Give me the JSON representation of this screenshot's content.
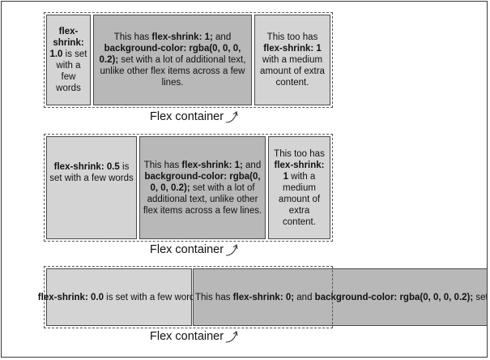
{
  "container_caption": "Flex container",
  "rows": [
    {
      "items": [
        {
          "parts": [
            {
              "b": "flex-shrink: 1.0"
            },
            {
              "t": " is set with a few words"
            }
          ]
        },
        {
          "parts": [
            {
              "t": "This has "
            },
            {
              "b": "flex-shrink: 1;"
            },
            {
              "t": " and "
            },
            {
              "b": "background-color: rgba(0, 0, 0, 0.2);"
            },
            {
              "t": " set with a lot of additional text, unlike other flex items across a few lines."
            }
          ]
        },
        {
          "parts": [
            {
              "t": "This too has "
            },
            {
              "b": "flex-shrink: 1"
            },
            {
              "t": " with a medium amount of extra content."
            }
          ]
        }
      ]
    },
    {
      "items": [
        {
          "parts": [
            {
              "b": "flex-shrink: 0.5"
            },
            {
              "t": " is set with a few words"
            }
          ]
        },
        {
          "parts": [
            {
              "t": "This has "
            },
            {
              "b": "flex-shrink: 1;"
            },
            {
              "t": " and "
            },
            {
              "b": "background-color: rgba(0, 0, 0, 0.2);"
            },
            {
              "t": " set with a lot of additional text, unlike other flex items across a few lines."
            }
          ]
        },
        {
          "parts": [
            {
              "t": "This too has "
            },
            {
              "b": "flex-shrink: 1"
            },
            {
              "t": " with a medium amount of extra content."
            }
          ]
        }
      ]
    },
    {
      "items": [
        {
          "parts": [
            {
              "b": "flex-shrink: 0.0"
            },
            {
              "t": " is set with a few words"
            }
          ]
        },
        {
          "parts": [
            {
              "t": "This has "
            },
            {
              "b": "flex-shrink: 0;"
            },
            {
              "t": " and "
            },
            {
              "b": "background-color: rgba(0, 0, 0, 0.2);"
            },
            {
              "t": " set"
            }
          ]
        }
      ]
    }
  ],
  "colors": {
    "item_light": "#d4d4d4",
    "item_dark": "#b8b8b8",
    "border": "#4a4a4a"
  }
}
